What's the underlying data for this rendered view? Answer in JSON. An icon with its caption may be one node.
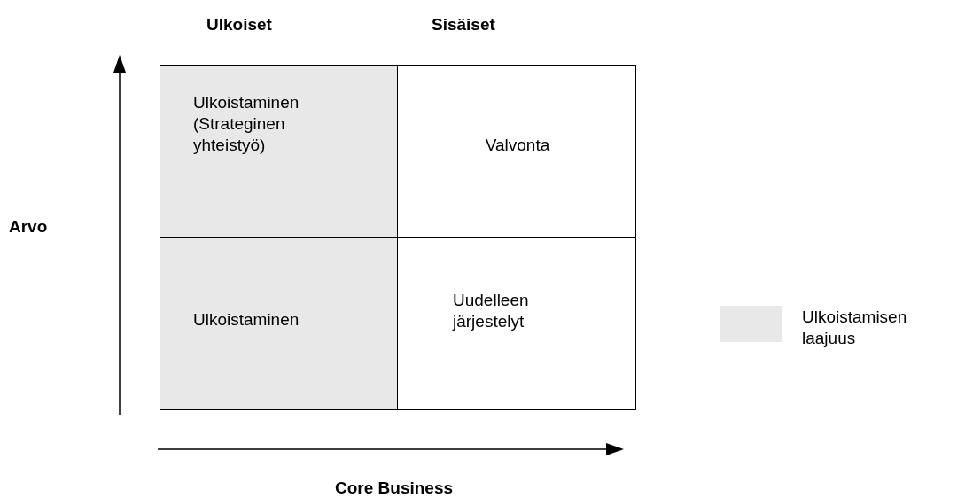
{
  "diagram": {
    "nodes": [
      {
        "text": [
          "Ulkoistaminen (Strateginen yhteistyö)"
        ]
      },
      {
        "text": [
          "Valvonta"
        ]
      },
      {
        "text": [
          "Ulkoistaminen"
        ]
      },
      {
        "text": [
          "Uudelleen järjestelyt"
        ]
      }
    ],
    "labels": [
      "Ulkoiset",
      "Sisäiset",
      "Arvo",
      "Core Business"
    ],
    "legend": [
      {
        "text": "Ulkoistamisen laajuus",
        "color": "#e8e8e8"
      }
    ]
  }
}
